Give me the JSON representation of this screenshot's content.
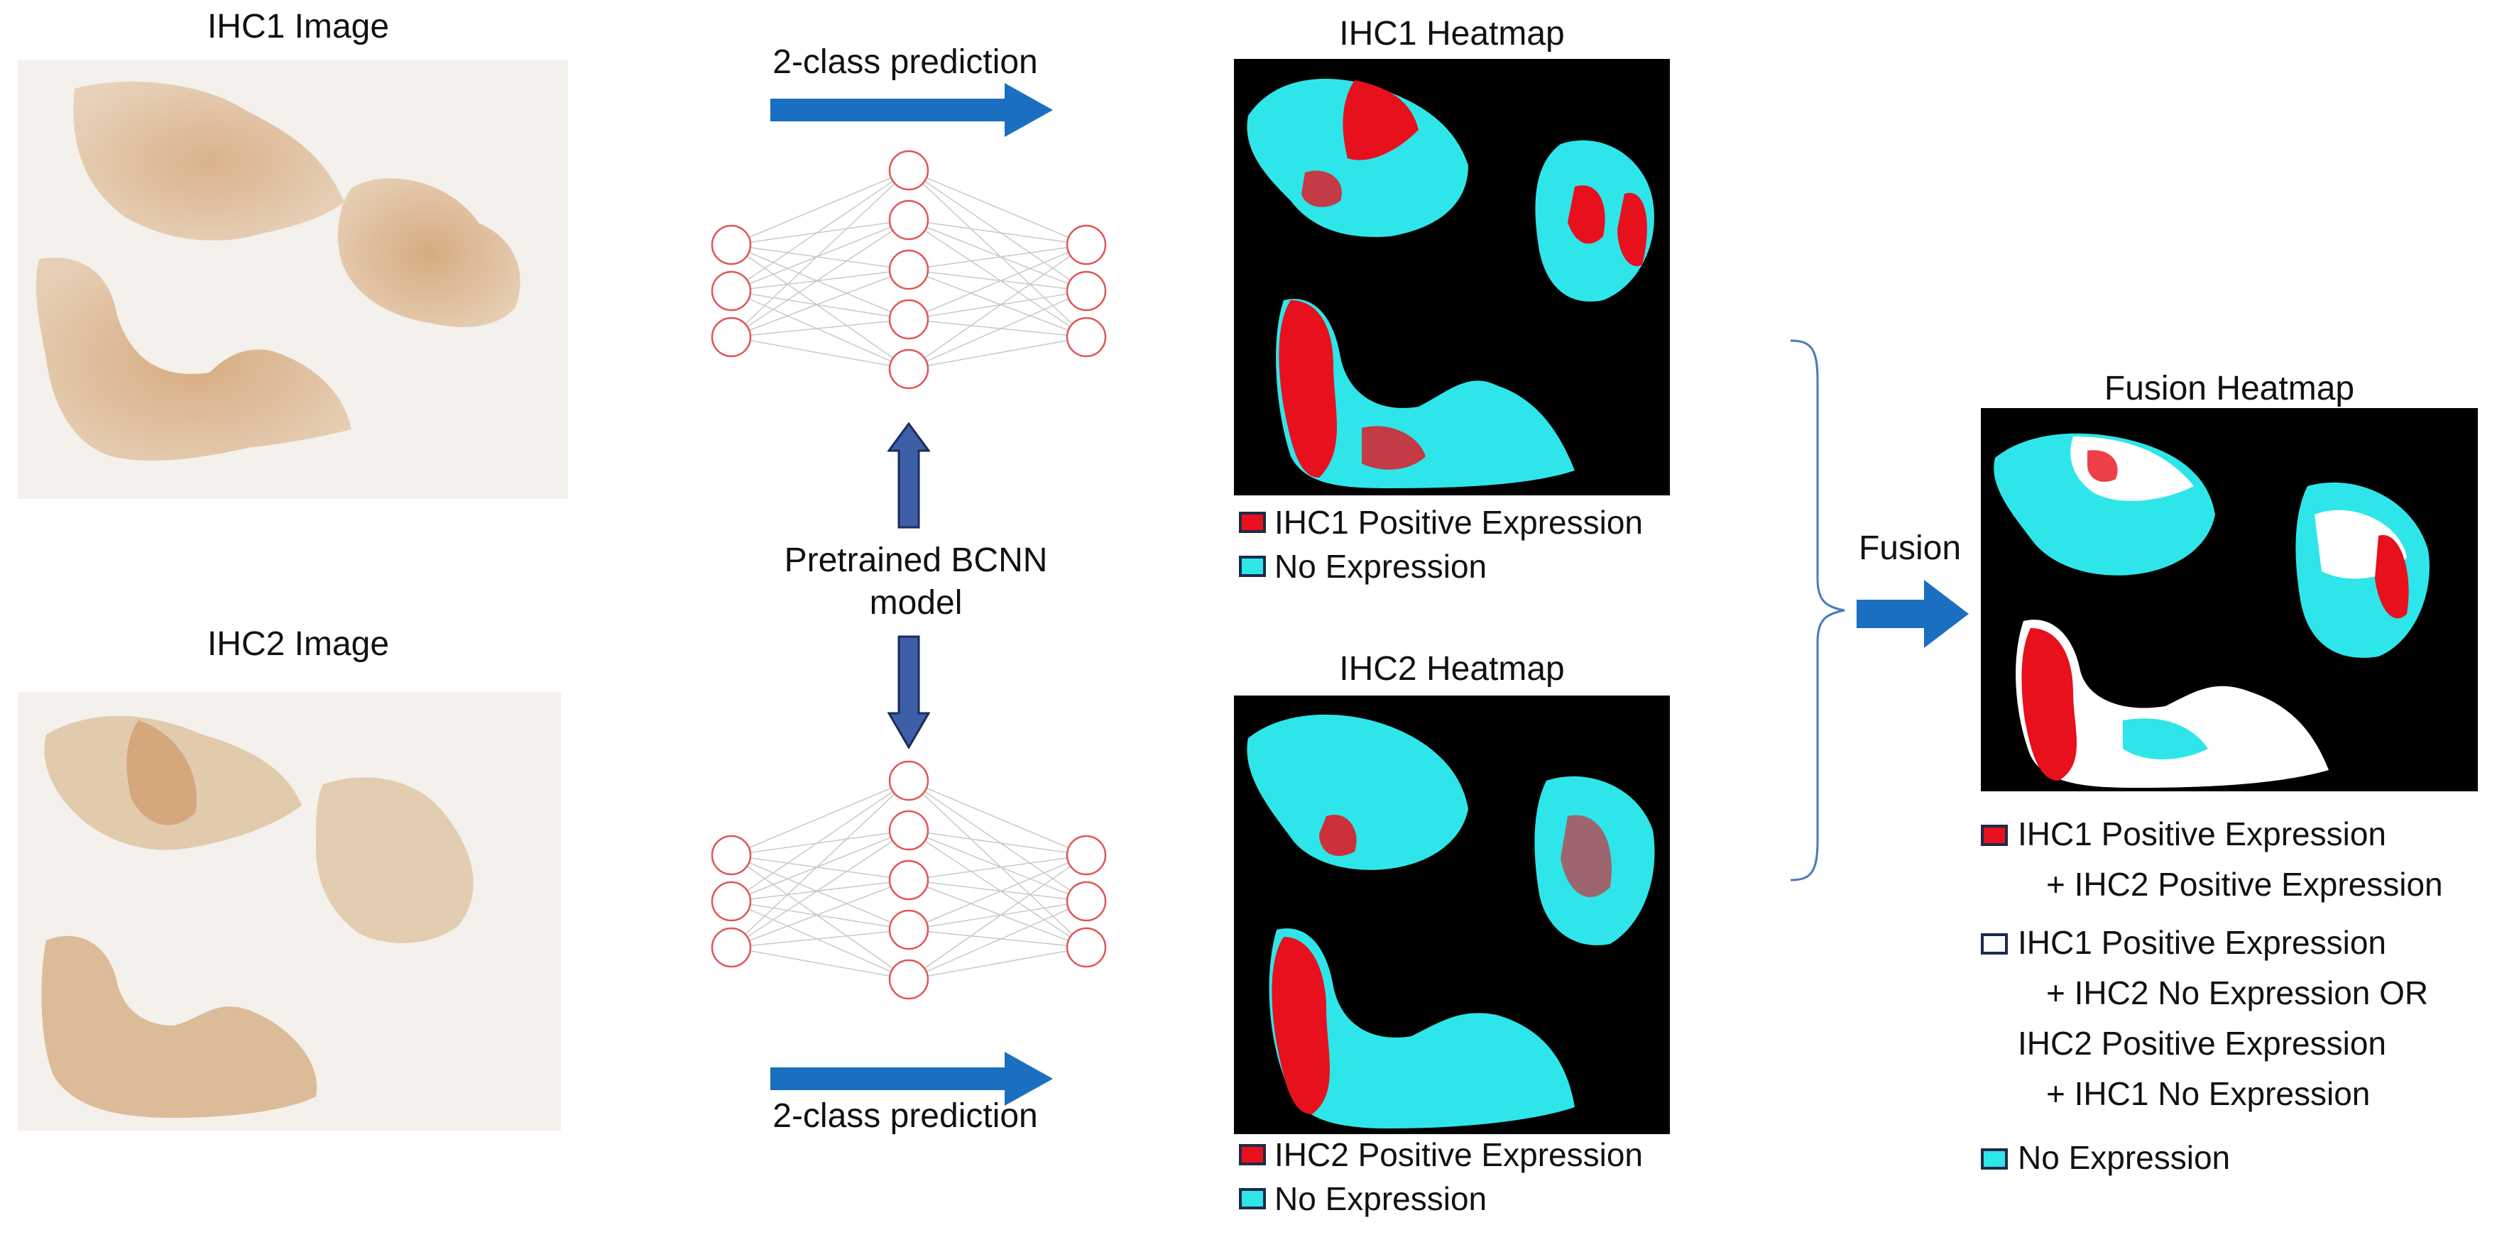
{
  "columns": {
    "ihc1_image_title": "IHC1 Image",
    "ihc2_image_title": "IHC2 Image",
    "ihc1_heatmap_title": "IHC1 Heatmap",
    "ihc2_heatmap_title": "IHC2 Heatmap",
    "fusion_heatmap_title": "Fusion Heatmap"
  },
  "model": {
    "top_arrow_label": "2-class prediction",
    "bottom_arrow_label": "2-class prediction",
    "model_label_line1": "Pretrained BCNN",
    "model_label_line2": "model"
  },
  "fusion_label": "Fusion",
  "legends": {
    "ihc1": [
      {
        "text": "IHC1 Positive Expression",
        "color": "#e8101c"
      },
      {
        "text": "No Expression",
        "color": "#2ee6ea"
      }
    ],
    "ihc2": [
      {
        "text": "IHC2 Positive Expression",
        "color": "#e8101c"
      },
      {
        "text": "No Expression",
        "color": "#2ee6ea"
      }
    ],
    "fusion": {
      "item1_line1": "IHC1 Positive Expression",
      "item1_line2": "+ IHC2 Positive Expression",
      "item1_color": "#e8101c",
      "item2_line1": "IHC1 Positive Expression",
      "item2_line2": "+ IHC2 No Expression OR",
      "item2_line3": "IHC2 Positive Expression",
      "item2_line4": "+ IHC1 No Expression",
      "item2_color": "#ffffff",
      "item3_line1": "No Expression",
      "item3_color": "#2ee6ea"
    }
  },
  "colors": {
    "arrow_blue": "#1b6fc0",
    "model_arrow": "#3d5fa8",
    "neuron_stroke": "#e05555",
    "heatmap_bg": "#000000",
    "tissue_brown": "#d9b894",
    "slide_bg": "#f4f1ec",
    "positive_red": "#e8101c",
    "no_expression_cyan": "#2ee6ea"
  },
  "icons": [
    "neural-network-diagram",
    "right-arrow",
    "down-arrow",
    "up-arrow"
  ]
}
